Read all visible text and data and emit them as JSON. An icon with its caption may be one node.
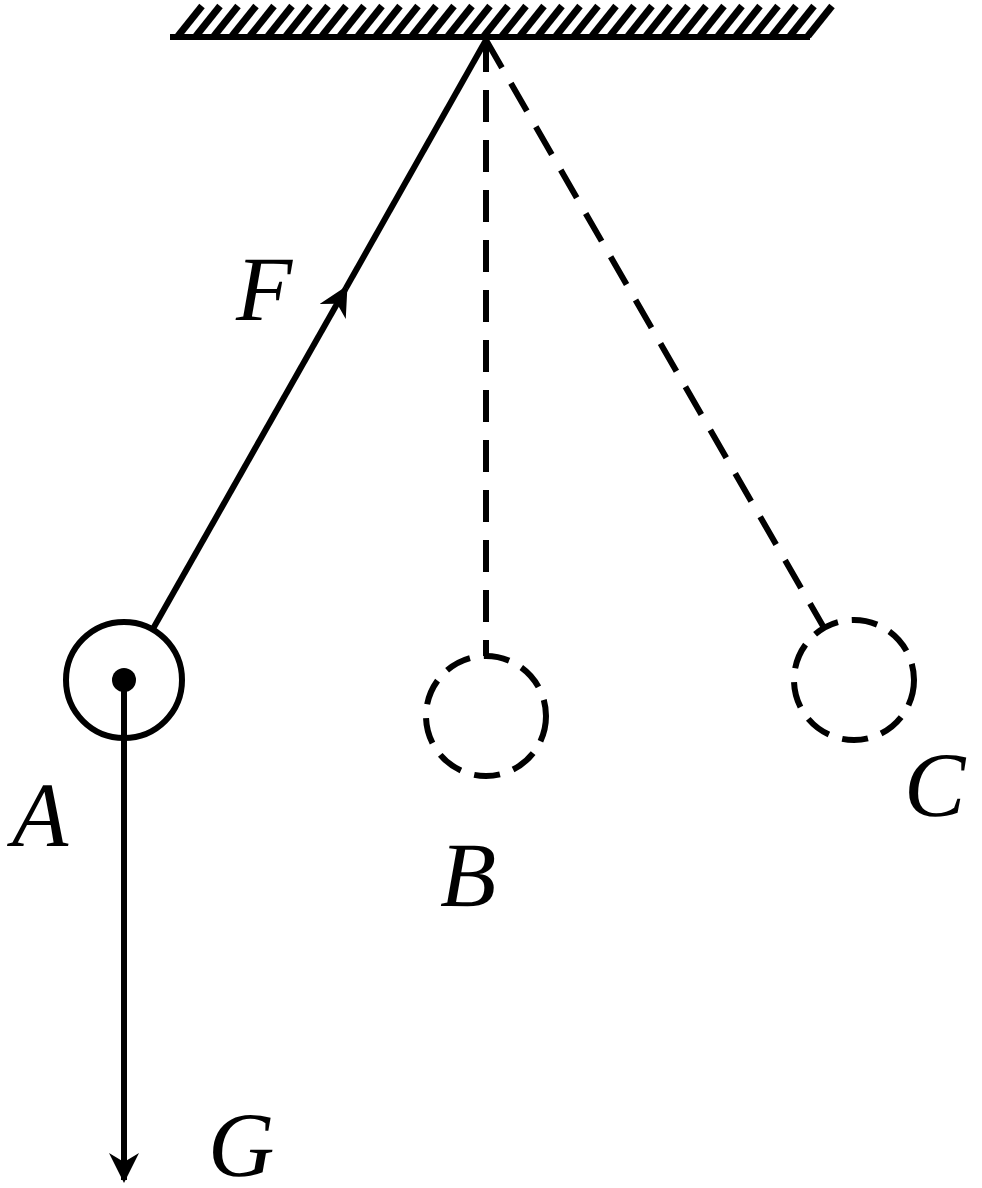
{
  "diagram": {
    "nodes": [
      {
        "text": [],
        "shape": "bar"
      },
      {
        "text": [],
        "shape": "circle",
        "beside": [
          "A"
        ]
      },
      {
        "text": [],
        "shape": "circle",
        "beside": [
          "B"
        ]
      },
      {
        "text": [],
        "shape": "circle",
        "beside": [
          "C"
        ]
      }
    ],
    "edges": [
      {
        "from": 1,
        "to": null,
        "arrow": "to",
        "label": "F"
      },
      {
        "from": null,
        "to": 0,
        "arrow": "none"
      },
      {
        "from": 0,
        "to": 2,
        "arrow": "none",
        "style": "dashed"
      },
      {
        "from": 0,
        "to": 3,
        "arrow": "none",
        "style": "dashed"
      },
      {
        "from": 1,
        "to": null,
        "arrow": "to",
        "label": "G"
      }
    ]
  }
}
